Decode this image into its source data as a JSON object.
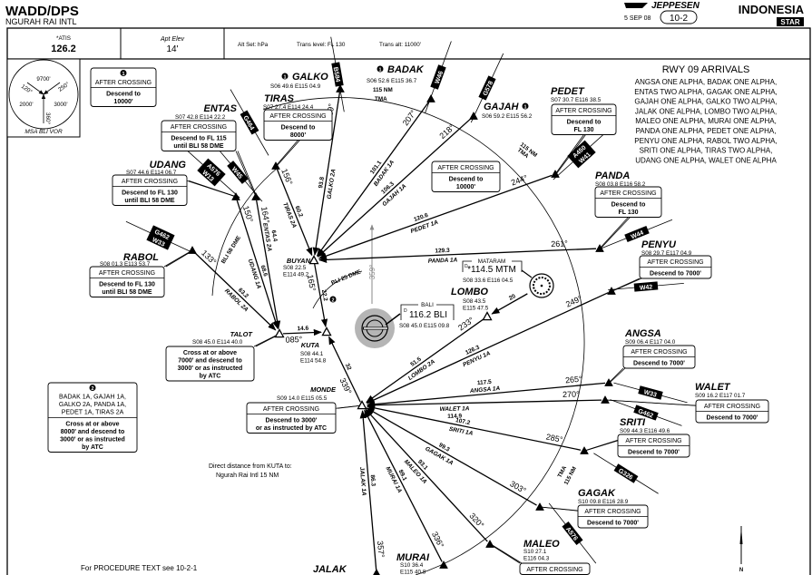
{
  "header": {
    "icao": "WADD/DPS",
    "airport": "NGURAH RAI INTL",
    "brand": "JEPPESEN",
    "date": "5 SEP 08",
    "chart_no": "10-2",
    "country": "INDONESIA",
    "chart_type": "STAR"
  },
  "info": {
    "atis_label": "*ATIS",
    "atis_freq": "126.2",
    "elev_label": "Apt Elev",
    "elev": "14'",
    "alt_set": "Alt Set: hPa",
    "trans_level": "Trans level: FL 130",
    "trans_alt": "Trans alt: 11000'"
  },
  "msa": {
    "alt_north": "9700'",
    "alt_west": "2000'",
    "alt_east": "3000'",
    "brg_1": "120°",
    "brg_2": "250°",
    "brg_3": "360°",
    "label": "MSA BLI VOR"
  },
  "arrivals": {
    "title": "RWY 09 ARRIVALS",
    "lines": [
      "ANGSA ONE ALPHA, BADAK ONE ALPHA,",
      "ENTAS TWO ALPHA, GAGAK ONE ALPHA,",
      "GAJAH ONE ALPHA, GALKO TWO ALPHA,",
      "JALAK ONE ALPHA, LOMBO TWO ALPHA,",
      "MALEO ONE ALPHA, MURAI ONE ALPHA,",
      "PANDA ONE ALPHA, PEDET ONE ALPHA,",
      "PENYU ONE ALPHA, RABOL TWO ALPHA,",
      "SRITI ONE ALPHA, TIRAS TWO ALPHA,",
      "UDANG ONE ALPHA, WALET ONE ALPHA"
    ]
  },
  "fixes": [
    {
      "id": "GALKO",
      "name": "GALKO",
      "note": "1",
      "coords": [
        "S06 49.6 E115 04.9"
      ],
      "fill": true
    },
    {
      "id": "BADAK",
      "name": "BADAK",
      "note": "1",
      "coords": [
        "S06 52.6 E115 36.7"
      ],
      "fill": true
    },
    {
      "id": "GAJAH",
      "name": "GAJAH",
      "note": "1",
      "coords": [
        "S06 59.2 E115 56.2"
      ],
      "fill": true
    },
    {
      "id": "PEDET",
      "name": "PEDET",
      "coords": [
        "S07 30.7 E116 38.5"
      ],
      "fill": true
    },
    {
      "id": "PANDA",
      "name": "PANDA",
      "coords": [
        "S08 03.8 E116 58.2"
      ],
      "fill": true
    },
    {
      "id": "PENYU",
      "name": "PENYU",
      "coords": [
        "S08 29.7 E117 04.9"
      ],
      "fill": true
    },
    {
      "id": "ANGSA",
      "name": "ANGSA",
      "coords": [
        "S09 06.4 E117 04.0"
      ],
      "fill": true
    },
    {
      "id": "WALET",
      "name": "WALET",
      "coords": [
        "S09 16.2 E117 01.7"
      ],
      "fill": true
    },
    {
      "id": "SRITI",
      "name": "SRITI",
      "coords": [
        "S09 44.3 E116 49.6"
      ],
      "fill": true
    },
    {
      "id": "GAGAK",
      "name": "GAGAK",
      "coords": [
        "S10 09.8 E116 28.9"
      ],
      "fill": true
    },
    {
      "id": "MALEO",
      "name": "MALEO",
      "coords": [
        "S10 27.1",
        "E116 04.3"
      ],
      "fill": true
    },
    {
      "id": "MURAI",
      "name": "MURAI",
      "coords": [
        "S10 36.4",
        "E115 40.8"
      ],
      "fill": true
    },
    {
      "id": "JALAK",
      "name": "JALAK",
      "coords": [],
      "fill": true
    },
    {
      "id": "TIRAS",
      "name": "TIRAS",
      "coords": [
        "S07 27.4 E114 24.4"
      ],
      "fill": true
    },
    {
      "id": "ENTAS",
      "name": "ENTAS",
      "coords": [
        "S07 42.8 E114 22.2"
      ],
      "fill": true
    },
    {
      "id": "UDANG",
      "name": "UDANG",
      "coords": [
        "S07 44.6 E114 06.7"
      ],
      "fill": true
    },
    {
      "id": "RABOL",
      "name": "RABOL",
      "coords": [
        "S08 01.3 E113 53.7"
      ],
      "fill": true
    },
    {
      "id": "BUYAN",
      "name": "BUYAN",
      "coords": [
        "S08 22.5",
        "E114 49.2"
      ],
      "fill": false
    },
    {
      "id": "TALOT",
      "name": "TALOT",
      "coords": [
        "S08 45.0 E114 40.0"
      ],
      "fill": false
    },
    {
      "id": "KUTA",
      "name": "KUTA",
      "coords": [
        "S08 44.1",
        "E114 54.8"
      ],
      "fill": false
    },
    {
      "id": "MONDE",
      "name": "MONDE",
      "coords": [
        "S09 14.0 E115 05.5"
      ],
      "fill": false
    },
    {
      "id": "LOMBO",
      "name": "LOMBO",
      "coords": [
        "S08 43.5",
        "E115 47.5"
      ],
      "fill": false
    }
  ],
  "notes": [
    {
      "id": "n_top",
      "ref": "1",
      "header": "AFTER CROSSING",
      "body": [
        "Descend to",
        "10000'"
      ]
    },
    {
      "id": "n_tiras",
      "header": "AFTER CROSSING",
      "body": [
        "Descend to",
        "8000'"
      ]
    },
    {
      "id": "n_entas",
      "header": "AFTER CROSSING",
      "body": [
        "Descend to FL 115",
        "until BLI 58 DME"
      ]
    },
    {
      "id": "n_udang",
      "header": "AFTER CROSSING",
      "body": [
        "Descend to FL 130",
        "until BLI 58 DME"
      ]
    },
    {
      "id": "n_rabol",
      "header": "AFTER CROSSING",
      "body": [
        "Descend to FL 130",
        "until BLI 58 DME"
      ]
    },
    {
      "id": "n_gajah",
      "header": "AFTER CROSSING",
      "body": [
        "Descend to",
        "10000'"
      ]
    },
    {
      "id": "n_pedet",
      "header": "AFTER CROSSING",
      "body": [
        "Descend to",
        "FL 130"
      ]
    },
    {
      "id": "n_panda",
      "header": "AFTER CROSSING",
      "body": [
        "Descend to",
        "FL 130"
      ]
    },
    {
      "id": "n_penyu",
      "header": "AFTER CROSSING",
      "body": [
        "Descend to 7000'"
      ]
    },
    {
      "id": "n_angsa",
      "header": "AFTER CROSSING",
      "body": [
        "Descend to 7000'"
      ]
    },
    {
      "id": "n_walet",
      "header": "AFTER CROSSING",
      "body": [
        "Descend to 7000'"
      ]
    },
    {
      "id": "n_sriti",
      "header": "AFTER CROSSING",
      "body": [
        "Descend to 7000'"
      ]
    },
    {
      "id": "n_gagak",
      "header": "AFTER CROSSING",
      "body": [
        "Descend to 7000'"
      ]
    },
    {
      "id": "n_maleo",
      "header": "AFTER CROSSING",
      "body": []
    },
    {
      "id": "n_monde",
      "header": "AFTER CROSSING",
      "body": [
        "Descend to 3000'",
        "or as instructed by ATC"
      ]
    },
    {
      "id": "n_talot",
      "header": "",
      "body": [
        "Cross at or above",
        "7000' and descend to",
        "3000' or as instructed",
        "by ATC"
      ]
    },
    {
      "id": "n_two",
      "ref": "2",
      "header": "BADAK 1A, GAJAH 1A,|GALKO 2A, PANDA 1A,|PEDET 1A, TIRAS 2A",
      "body": [
        "Cross at or above",
        "8000' and descend to",
        "3000' or as instructed",
        "by ATC"
      ]
    }
  ],
  "routes": [
    {
      "from": "GALKO",
      "to": "BUYAN",
      "name": "GALKO 2A",
      "dist": "93.8",
      "track": "189°"
    },
    {
      "from": "BADAK",
      "to": "BUYAN",
      "name": "BADAK 1A",
      "dist": "101.1",
      "track": "207°"
    },
    {
      "from": "GAJAH",
      "to": "BUYAN",
      "name": "GAJAH 1A",
      "dist": "106.3",
      "track": "218°"
    },
    {
      "from": "PEDET",
      "to": "BUYAN",
      "name": "PEDET 1A",
      "dist": "120.6",
      "track": "244°"
    },
    {
      "from": "PANDA",
      "to": "BUYAN",
      "name": "PANDA 1A",
      "dist": "129.3",
      "track": "261°"
    },
    {
      "from": "TIRAS",
      "to": "BUYAN",
      "name": "TIRAS 2A",
      "dist": "60.2",
      "track": "156°"
    },
    {
      "from": "ENTAS",
      "to": "TALOT",
      "name": "ENTAS 2A",
      "dist": "64.4",
      "track": "164°"
    },
    {
      "from": "UDANG",
      "to": "TALOT",
      "name": "UDANG 1A",
      "dist": "68.6",
      "track": "150°"
    },
    {
      "from": "RABOL",
      "to": "TALOT",
      "name": "RABOL 2A",
      "dist": "63.2",
      "track": "133°"
    },
    {
      "from": "TALOT",
      "to": "KUTA",
      "name": "",
      "dist": "14.6",
      "track": "085°"
    },
    {
      "from": "BUYAN",
      "to": "KUTA",
      "name": "",
      "dist": "22.2",
      "track": "165°"
    },
    {
      "from": "MONDE",
      "to": "KUTA",
      "name": "",
      "dist": "32",
      "track": "339°"
    },
    {
      "from": "MTM",
      "to": "LOMBO",
      "name": "",
      "dist": "20",
      "track": ""
    },
    {
      "from": "LOMBO",
      "to": "MONDE",
      "name": "LOMBO 2A",
      "dist": "51.5",
      "track": "233°"
    },
    {
      "from": "PENYU",
      "to": "MONDE",
      "name": "PENYU 1A",
      "dist": "126.3",
      "track": "249°"
    },
    {
      "from": "ANGSA",
      "to": "MONDE",
      "name": "ANGSA 1A",
      "dist": "117.5",
      "track": "265°"
    },
    {
      "from": "WALET",
      "to": "MONDE",
      "name": "WALET 1A",
      "dist": "114.9",
      "track": "270°"
    },
    {
      "from": "SRITI",
      "to": "MONDE",
      "name": "SRITI 1A",
      "dist": "107.2",
      "track": "285°"
    },
    {
      "from": "GAGAK",
      "to": "MONDE",
      "name": "GAGAK 1A",
      "dist": "99.3",
      "track": "303°"
    },
    {
      "from": "MALEO",
      "to": "MONDE",
      "name": "MALEO 1A",
      "dist": "93.1",
      "track": "320°"
    },
    {
      "from": "MURAI",
      "to": "MONDE",
      "name": "MURAI 1A",
      "dist": "89.1",
      "track": "336°"
    },
    {
      "from": "JALAK",
      "to": "MONDE",
      "name": "JALAK 1A",
      "dist": "86.3",
      "track": "357°"
    }
  ],
  "airways": [
    {
      "id": "aw1",
      "labels": [
        "B584"
      ]
    },
    {
      "id": "aw2",
      "labels": [
        "W46"
      ]
    },
    {
      "id": "aw3",
      "labels": [
        "G578"
      ]
    },
    {
      "id": "aw4",
      "labels": [
        "G464"
      ]
    },
    {
      "id": "aw5",
      "labels": [
        "A576",
        "W13"
      ]
    },
    {
      "id": "aw6",
      "labels": [
        "W45"
      ]
    },
    {
      "id": "aw7",
      "labels": [
        "G462",
        "W33"
      ]
    },
    {
      "id": "aw8",
      "labels": [
        "A450",
        "W41"
      ]
    },
    {
      "id": "aw9",
      "labels": [
        "W44"
      ]
    },
    {
      "id": "aw10",
      "labels": [
        "W42"
      ]
    },
    {
      "id": "aw11",
      "labels": [
        "W33"
      ]
    },
    {
      "id": "aw12",
      "labels": [
        "G462"
      ]
    },
    {
      "id": "aw13",
      "labels": [
        "G326"
      ]
    },
    {
      "id": "aw14",
      "labels": [
        "A576"
      ]
    }
  ],
  "navaids": {
    "bali": {
      "title": "BALI",
      "dme": "D",
      "freq": "116.2 BLI",
      "coords": "S08 45.0 E115 09.8"
    },
    "mataram": {
      "title": "MATARAM",
      "dme": "D",
      "freq": "*114.5 MTM",
      "coords": "S08 33.6 E116 04.5"
    }
  },
  "misc": {
    "tma_dist": "115 NM",
    "tma": "TMA",
    "dme58": "BLI 58 DME",
    "dme25": "BLI 25 DME",
    "inbound": "359°",
    "note2_marker": "2",
    "direct_1": "Direct distance from KUTA to:",
    "direct_2": "Ngurah Rai Intl 15 NM",
    "procedure": "For PROCEDURE TEXT see 10-2-1",
    "north": "N"
  },
  "colors": {
    "ink": "#000000",
    "vor_halo": "#b5b5b5",
    "inbound_arrow": "#888888"
  }
}
